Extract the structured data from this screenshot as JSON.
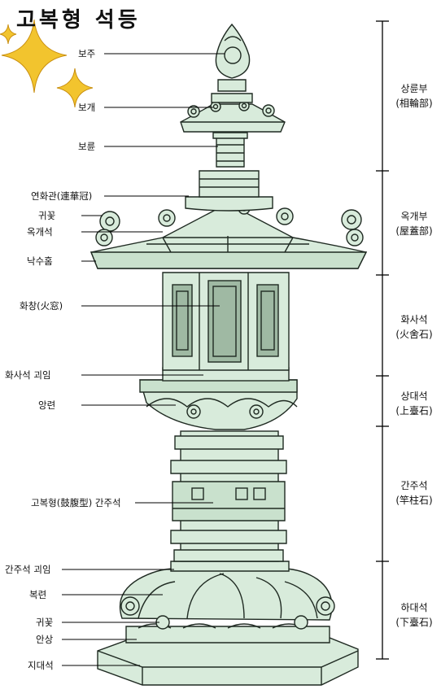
{
  "title": "고복형 석등",
  "labels": {
    "boju": "보주",
    "bogae": "보개",
    "boryun": "보륜",
    "yeonhwagwan": "연화관(連華冠)",
    "gwikkot_top": "귀꽃",
    "okgaeseok": "옥개석",
    "naksuhom": "낙수홈",
    "hwachang": "화창(火窓)",
    "hwasaseok_goim": "화사석 괴임",
    "angryeon": "앙련",
    "gobokhyeong": "고복형(鼓腹型) 간주석",
    "ganjuseok_goim": "간주석 괴임",
    "bokryeon": "복련",
    "gwikkot_bottom": "귀꽃",
    "ansang": "안상",
    "jidaeseok": "지대석"
  },
  "sections": {
    "sangryunbu": [
      "상륜부",
      "(相輪部)"
    ],
    "okgaebu": [
      "옥개부",
      "(屋蓋部)"
    ],
    "hwasaseok": [
      "화사석",
      "(火舍石)"
    ],
    "sangdaeseok": [
      "상대석",
      "(上臺石)"
    ],
    "ganjuseok": [
      "간주석",
      "(竿柱石)"
    ],
    "hadaeseok": [
      "하대석",
      "(下臺石)"
    ]
  },
  "colors": {
    "stone": "#d8ebdb",
    "stone_dark": "#b7d2bd",
    "line": "#1f2a22",
    "sparkle": "#f2c42e",
    "sparkle_edge": "#c98f10"
  }
}
